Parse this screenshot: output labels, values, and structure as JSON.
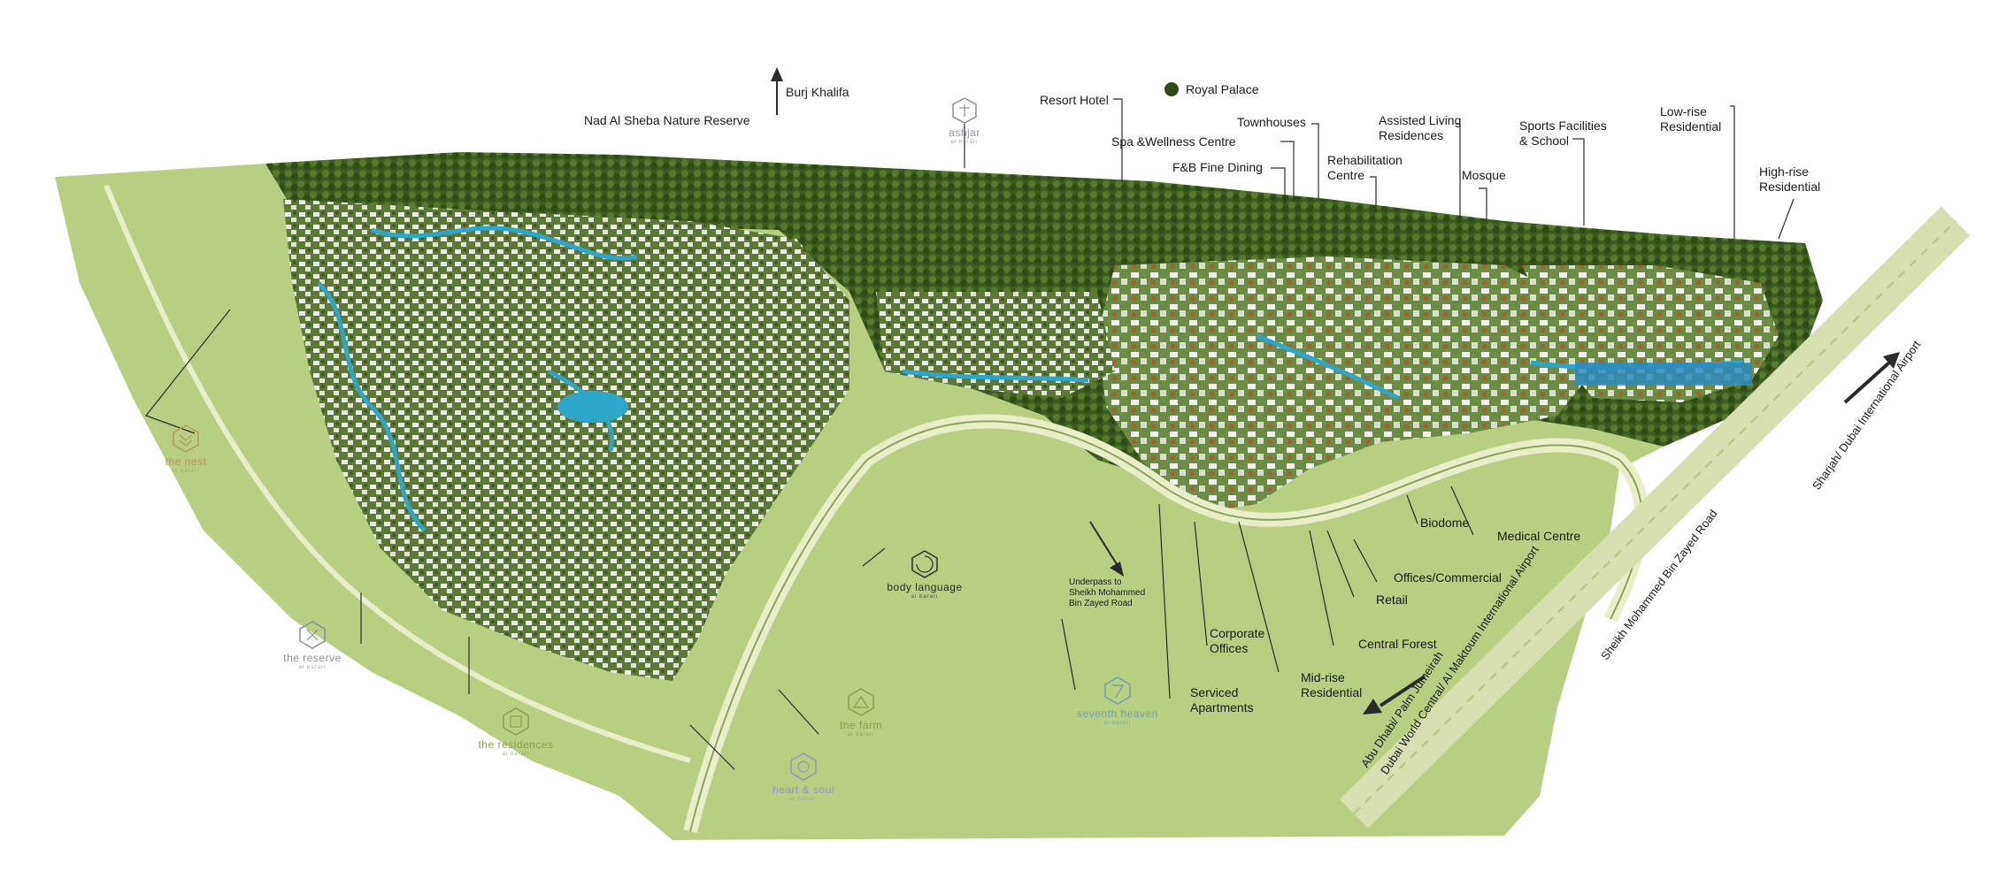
{
  "colors": {
    "forest_dark": "#2f4a1a",
    "forest_mid": "#4e6e25",
    "grass": "#a5c06a",
    "grass_light": "#c9dba0",
    "water": "#2ea6c9",
    "road": "#e9eec9",
    "brand_gold": "#b9975b",
    "brand_green": "#8c9b4c",
    "brand_grey": "#8a8f98",
    "brand_lilac": "#9a93c4",
    "brand_teal": "#6b9fb8"
  },
  "labels": {
    "burj_khalifa": "Burj Khalifa",
    "nad_al_sheba": "Nad Al Sheba Nature Reserve",
    "royal_palace": "Royal Palace",
    "resort_hotel": "Resort Hotel",
    "townhouses": "Townhouses",
    "spa_wellness": "Spa &Wellness Centre",
    "fb_fine_dining": "F&B Fine Dining",
    "rehabilitation": "Rehabilitation\nCentre",
    "assisted_living": "Assisted Living\nResidences",
    "mosque": "Mosque",
    "sports_school": "Sports Facilities\n& School",
    "low_rise": "Low-rise\nResidential",
    "high_rise": "High-rise\nResidential",
    "biodome": "Biodome",
    "medical_centre": "Medical Centre",
    "offices_commercial": "Offices/Commercial",
    "retail": "Retail",
    "central_forest": "Central Forest",
    "corporate_offices": "Corporate\nOffices",
    "mid_rise": "Mid-rise\nResidential",
    "serviced_apartments": "Serviced\nApartments",
    "underpass": "Underpass to\nSheikh Mohammed\nBin Zayed Road",
    "abu_dhabi_line1": "Abu Dhabi/ Palm Jumeirah",
    "abu_dhabi_line2": "Dubai World Central/ Al Maktoum International Airport",
    "smbz_road": "Sheikh Mohammed Bin Zayed Road",
    "sharjah": "Sharjah/ Dubai International Airport"
  },
  "brands": {
    "ashjar": {
      "name": "ashjar",
      "sub": "al barari"
    },
    "the_nest": {
      "name": "the nest",
      "sub": "al barari"
    },
    "the_reserve": {
      "name": "the reserve",
      "sub": "al barari"
    },
    "the_residences": {
      "name": "the residences",
      "sub": "al barari"
    },
    "heart_soul": {
      "name": "heart & soul",
      "sub": "al barari"
    },
    "the_farm": {
      "name": "the farm",
      "sub": "al barari"
    },
    "body_language": {
      "name": "body language",
      "sub": "al barari"
    },
    "seventh_heaven": {
      "name": "seventh heaven",
      "sub": "al barari"
    }
  }
}
